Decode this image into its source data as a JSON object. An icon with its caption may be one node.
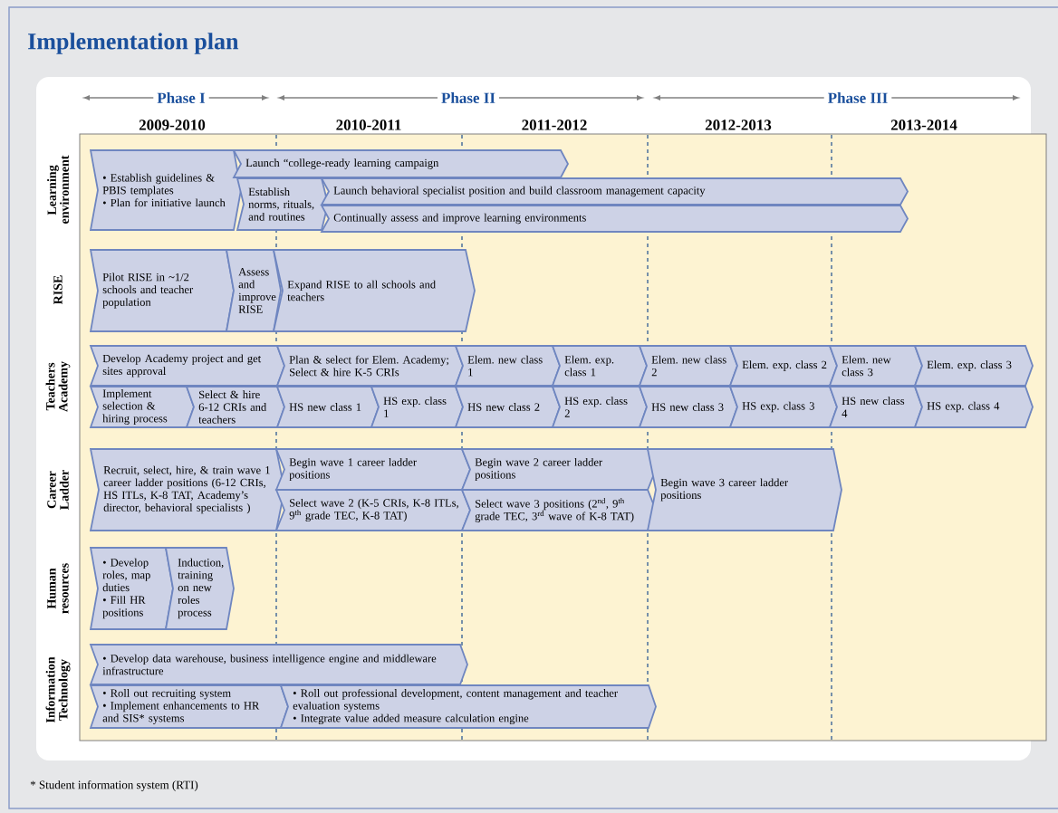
{
  "diagram": {
    "title": "Implementation plan",
    "nodes": [
      {
        "text": [
          "• Establish guidelines & PBIS templates",
          "• Plan for initiative launch"
        ]
      },
      {
        "text": [
          "Launch “college-ready learning campaign"
        ]
      },
      {
        "text": [
          "Establish norms, rituals, and routines"
        ]
      },
      {
        "text": [
          "Launch behavioral specialist position and build classroom management capacity"
        ]
      },
      {
        "text": [
          "Continually assess and improve learning environments"
        ]
      },
      {
        "text": [
          "Pilot RISE in ~1/2 schools and teacher population"
        ]
      },
      {
        "text": [
          "Assess and improve RISE"
        ]
      },
      {
        "text": [
          "Expand RISE to all schools and teachers"
        ]
      },
      {
        "text": [
          "Develop Academy project and get sites approval"
        ]
      },
      {
        "text": [
          "Plan & select for Elem. Academy; Select & hire K-5 CRIs"
        ]
      },
      {
        "text": [
          "Elem. new class 1"
        ]
      },
      {
        "text": [
          "Elem. exp. class 1"
        ]
      },
      {
        "text": [
          "Elem. new class 2"
        ]
      },
      {
        "text": [
          "Elem. exp. class 2"
        ]
      },
      {
        "text": [
          "Elem. new class 3"
        ]
      },
      {
        "text": [
          "Elem. exp. class 3"
        ]
      },
      {
        "text": [
          "Implement selection & hiring process"
        ]
      },
      {
        "text": [
          "Select & hire 6-12 CRIs and teachers"
        ]
      },
      {
        "text": [
          "HS new class 1"
        ]
      },
      {
        "text": [
          "HS exp. class 1"
        ]
      },
      {
        "text": [
          "HS new class 2"
        ]
      },
      {
        "text": [
          "HS exp. class 2"
        ]
      },
      {
        "text": [
          "HS new class 3"
        ]
      },
      {
        "text": [
          "HS exp. class 3"
        ]
      },
      {
        "text": [
          "HS new class 4"
        ]
      },
      {
        "text": [
          "HS exp. class 4"
        ]
      },
      {
        "text": [
          "Recruit, select, hire, & train wave 1 career ladder positions (6-12 CRIs, HS ITLs, K-8 TAT, Academy’s director, behavioral specialists )"
        ]
      },
      {
        "text": [
          "Begin wave 1 career ladder positions"
        ]
      },
      {
        "text": [
          "Select wave 2 (K-5 CRIs, K-8 ITLs, 9$^{th}$ grade TEC, K-8 TAT)"
        ]
      },
      {
        "text": [
          "Begin wave 2 career ladder positions"
        ]
      },
      {
        "text": [
          "Select wave 3 positions (2$^{nd}$, 9$^{th}$ grade TEC, 3$^{rd}$ wave of K-8 TAT)"
        ]
      },
      {
        "text": [
          "Begin wave 3 career ladder positions"
        ]
      },
      {
        "text": [
          "• Develop roles, map duties",
          "• Fill HR positions"
        ]
      },
      {
        "text": [
          "Induction, training on new roles process"
        ]
      },
      {
        "text": [
          "• Develop data warehouse, business intelligence engine and middleware infrastructure"
        ]
      },
      {
        "text": [
          "• Roll out recruiting system",
          "• Implement enhancements to HR and SIS* systems"
        ]
      },
      {
        "text": [
          "• Roll out professional development, content management and teacher evaluation systems",
          "• Integrate value added measure calculation engine"
        ]
      }
    ],
    "labels": [
      "Phase I",
      "Phase II",
      "Phase III",
      "2009-2010",
      "2010-2011",
      "2011-2012",
      "2012-2013",
      "2013-2014",
      "Learning environment",
      "RISE",
      "Teachers Academy",
      "Career Ladder",
      "Human resources",
      "Information Technology",
      "* Student information system (RTI)"
    ]
  }
}
